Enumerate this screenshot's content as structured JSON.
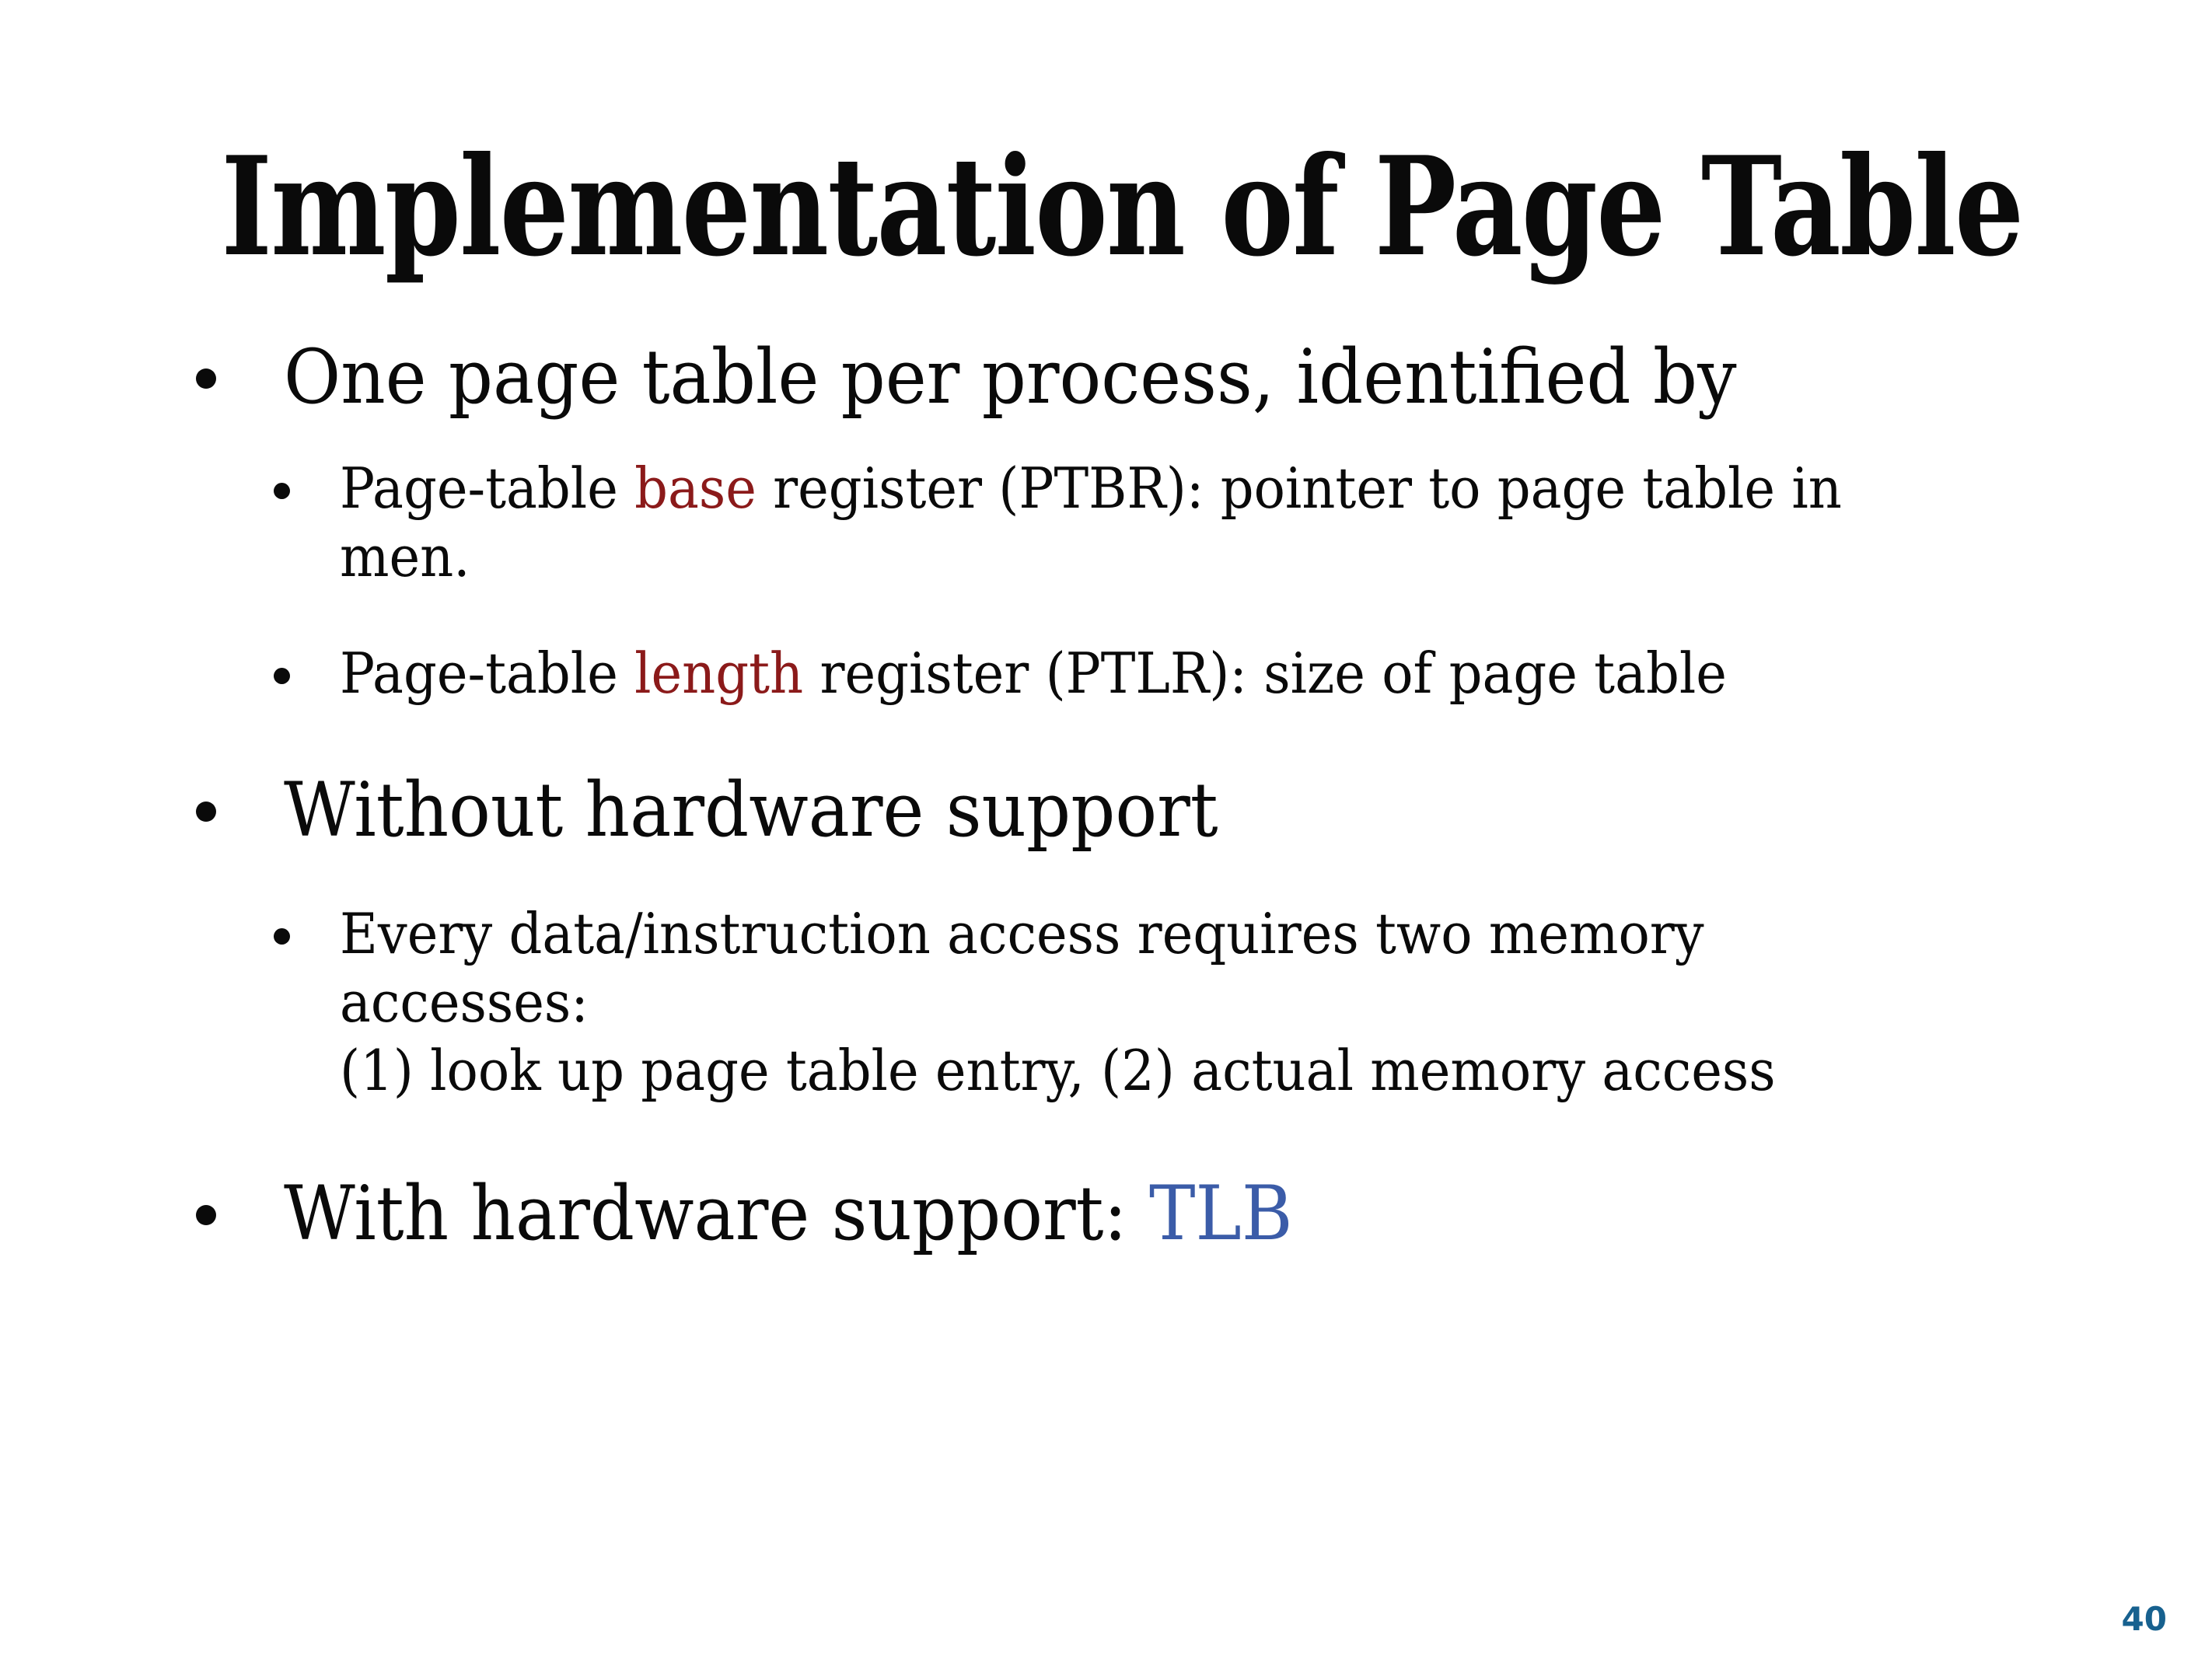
{
  "slide": {
    "title": "Implementation of Page Table",
    "page_number": "40",
    "background_color": "#FFFFFF",
    "title_color": "#0A0A0A",
    "body_color": "#0A0A0A",
    "accent_red": "#8B1A1A",
    "accent_blue": "#3B5CA8",
    "page_number_color": "#17618F"
  },
  "content": {
    "bullets": [
      {
        "level": 1,
        "text": "One page table per process, identified by"
      },
      {
        "level": 2,
        "prefix": "Page-table ",
        "highlight": "base",
        "highlight_color": "#8B1A1A",
        "suffix": " register (PTBR): pointer to page table in men."
      },
      {
        "level": 2,
        "prefix": "Page-table ",
        "highlight": "length",
        "highlight_color": "#8B1A1A",
        "suffix": " register (PTLR): size of page table"
      },
      {
        "level": 1,
        "text": "Without hardware support"
      },
      {
        "level": 2,
        "text": "Every data/instruction access requires two memory accesses:\n(1) look up page table entry, (2) actual memory access"
      },
      {
        "level": 1,
        "prefix": "With hardware support: ",
        "highlight": "TLB",
        "highlight_color": "#3B5CA8",
        "suffix": ""
      }
    ]
  }
}
